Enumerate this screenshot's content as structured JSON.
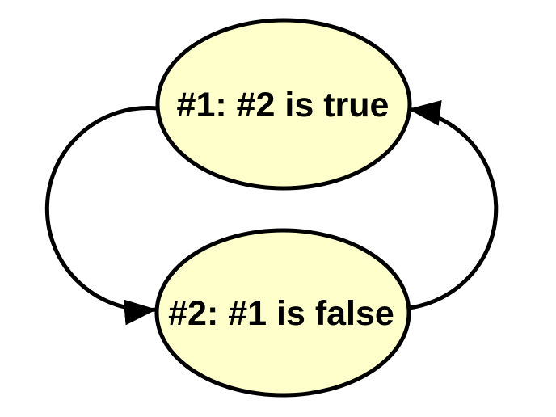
{
  "canvas": {
    "background": "#FFFFFF"
  },
  "diagram": {
    "type": "cyclic-statement-graph",
    "node_fill": "#FFFFCC",
    "node_stroke": "#000000",
    "edge_color": "#000000",
    "text_color": "#000000",
    "nodes": [
      {
        "id": "statement-1",
        "label": "#1: #2 is true"
      },
      {
        "id": "statement-2",
        "label": "#2: #1 is false"
      }
    ],
    "edges": [
      {
        "from": "statement-1",
        "to": "statement-2",
        "side": "left"
      },
      {
        "from": "statement-2",
        "to": "statement-1",
        "side": "right"
      }
    ]
  }
}
